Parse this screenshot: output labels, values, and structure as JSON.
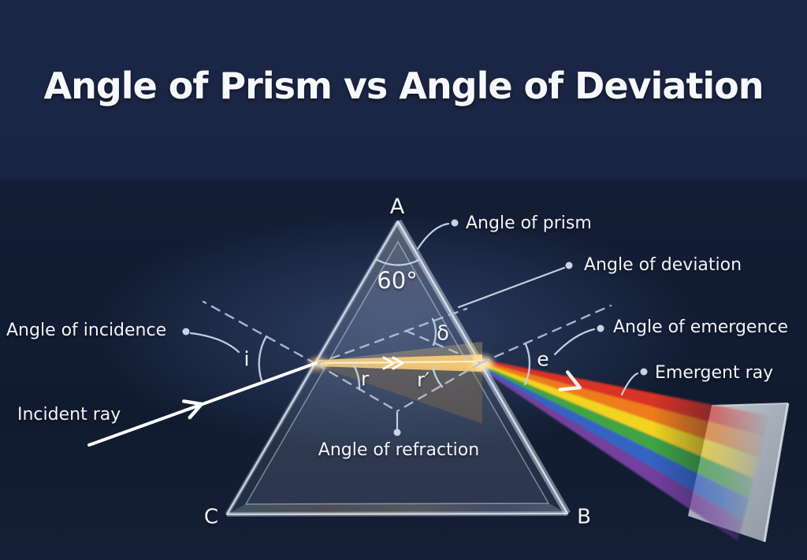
{
  "title": "Angle of Prism vs Angle of Deviation",
  "colors": {
    "background": "#131d35",
    "background_top": "#1a2543",
    "text": "#f1f4f9",
    "line": "#c5cfe0",
    "dashed_line": "#b8c4d8",
    "incident_ray": "#ffffff",
    "beam": "#ffd98f",
    "screen": "#b4bdc7",
    "spectrum": [
      "#d93127",
      "#ef7c1c",
      "#f2d324",
      "#41a445",
      "#3463c2",
      "#73419e"
    ]
  },
  "prism": {
    "vertex_top": "A",
    "vertex_bottom_left": "C",
    "vertex_bottom_right": "B",
    "apex_angle": "60°"
  },
  "angle_symbols": {
    "incidence": "i",
    "refraction": "r",
    "refraction_exit": "r′",
    "deviation": "δ",
    "emergence": "e"
  },
  "callouts": {
    "angle_of_prism": "Angle of prism",
    "angle_of_deviation": "Angle of deviation",
    "angle_of_incidence": "Angle of incidence",
    "angle_of_emergence": "Angle of emergence",
    "emergent_ray": "Emergent ray",
    "incident_ray": "Incident ray",
    "angle_of_refraction": "Angle of refraction"
  }
}
